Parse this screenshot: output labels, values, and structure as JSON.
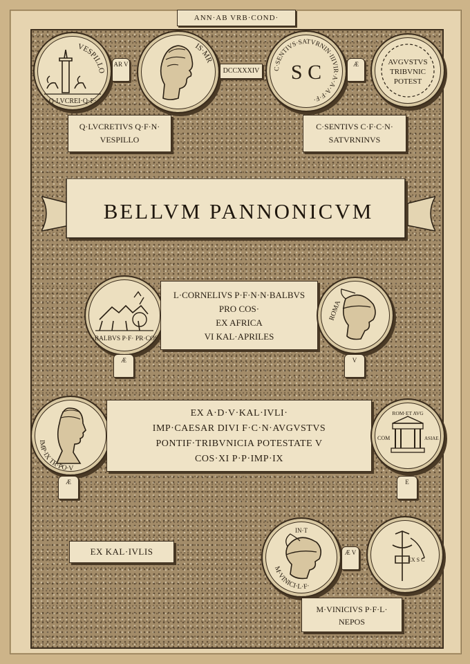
{
  "header": {
    "top_label": "ANN·AB VRB·COND·"
  },
  "top_row": {
    "coin1_legend_top": "VESPILLO",
    "coin1_legend_bottom": "Q·LVCREI·Q·F·",
    "mint_mark_1": "AR V",
    "coin2_legend": "IS·MR",
    "year_label": "DCCXXXIV",
    "coin3_legend": "C·SENTIVS·SATVRNIN·IIIVIR·A·A·A·F·F·",
    "coin3_center": "S C",
    "mint_mark_2": "Æ",
    "coin4_legend": [
      "AVGVSTVS",
      "TRIBVNIC",
      "POTEST"
    ]
  },
  "magistrate_left": {
    "line1": "Q·LVCRETIVS Q·F·N·",
    "line2": "VESPILLO"
  },
  "magistrate_right": {
    "line1": "C·SENTIVS C·F·C·N·",
    "line2": "SATVRNINVS"
  },
  "title": "BELLVM PANNONICVM",
  "balbus_block": {
    "lines": [
      "L·CORNELIVS P·F·N·N·BALBVS",
      "PRO COS·",
      "EX AFRICA",
      "VI KAL·APRILES"
    ],
    "coin_left_legend": "L·BALBVS P·F· PR·COS·",
    "coin_left_tag": "Æ",
    "coin_right_legend": "ROMA",
    "coin_right_tag": "V"
  },
  "augustus_block": {
    "lines": [
      "EX A·D·V·KAL·IVLI·",
      "IMP·CAESAR DIVI F·C·N·AVGVSTVS",
      "PONTIF·TRIBVNICIA POTESTATE V",
      "COS·XI P·P·IMP·IX"
    ],
    "coin_left_legend": "IMP·IX TR·PO·V",
    "coin_left_tag": "Æ",
    "coin_right_top": "ROM·ET AVG",
    "coin_right_left": "COM",
    "coin_right_right": "ASIAE",
    "coin_right_tag": "E"
  },
  "bottom": {
    "left_label": "EX KAL·IVLIS",
    "coin_left_legend": "M·VINICI·L·F·",
    "coin_left_top": "ΙΝ·Τ",
    "mint_mark": "Æ V",
    "coin_right_label": "EX S C",
    "magistrate": {
      "line1": "M·VINICIVS P·F·L·",
      "line2": "NEPOS"
    }
  }
}
